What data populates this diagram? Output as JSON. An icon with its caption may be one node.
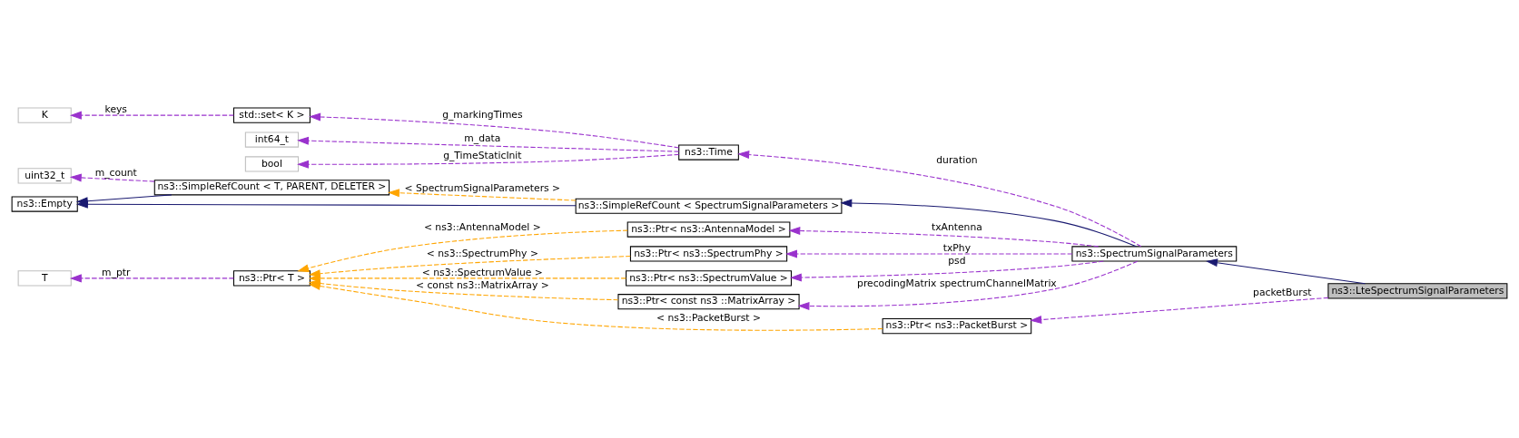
{
  "diagram": {
    "nodes": [
      {
        "text": [
          "K"
        ]
      },
      {
        "text": [
          "std::set< K >"
        ]
      },
      {
        "text": [
          "int64_t"
        ]
      },
      {
        "text": [
          "bool"
        ]
      },
      {
        "text": [
          "ns3::Time"
        ]
      },
      {
        "text": [
          "uint32_t"
        ]
      },
      {
        "text": [
          "ns3::SimpleRefCount < T, PARENT, DELETER >"
        ]
      },
      {
        "text": [
          "ns3::Empty"
        ]
      },
      {
        "text": [
          "ns3::SimpleRefCount < SpectrumSignalParameters >"
        ]
      },
      {
        "text": [
          "ns3::Ptr< ns3::AntennaModel >"
        ]
      },
      {
        "text": [
          "T"
        ]
      },
      {
        "text": [
          "ns3::Ptr< T >"
        ]
      },
      {
        "text": [
          "ns3::Ptr< ns3::SpectrumPhy >"
        ]
      },
      {
        "text": [
          "ns3::Ptr< ns3::SpectrumValue >"
        ]
      },
      {
        "text": [
          "ns3::Ptr< const ns3 ::MatrixArray >"
        ]
      },
      {
        "text": [
          "ns3::Ptr< ns3::PacketBurst >"
        ]
      },
      {
        "text": [
          "ns3::SpectrumSignalParameters"
        ]
      },
      {
        "text": [
          "ns3::LteSpectrumSignalParameters"
        ]
      }
    ],
    "edges": [
      {
        "from": 1,
        "to": 0,
        "arrow": "to",
        "label": "keys",
        "style": "dashed"
      },
      {
        "from": 4,
        "to": 1,
        "arrow": "to",
        "label": "g_markingTimes",
        "style": "dashed"
      },
      {
        "from": 4,
        "to": 2,
        "arrow": "to",
        "label": "m_data",
        "style": "dashed"
      },
      {
        "from": 4,
        "to": 3,
        "arrow": "to",
        "label": "g_TimeStaticInit",
        "style": "dashed"
      },
      {
        "from": 6,
        "to": 5,
        "arrow": "to",
        "label": "m_count",
        "style": "dashed"
      },
      {
        "from": 6,
        "to": 7,
        "arrow": "to",
        "color": "#191970"
      },
      {
        "from": 8,
        "to": 6,
        "arrow": "to",
        "label": "< SpectrumSignalParameters >",
        "style": "dashed",
        "color": "#ffa500"
      },
      {
        "from": 8,
        "to": 7,
        "arrow": "to",
        "color": "#191970"
      },
      {
        "from": 16,
        "to": 4,
        "arrow": "to",
        "label": "duration",
        "style": "dashed"
      },
      {
        "from": 16,
        "to": 8,
        "arrow": "to",
        "color": "#191970"
      },
      {
        "from": 16,
        "to": 9,
        "arrow": "to",
        "label": "txAntenna",
        "style": "dashed"
      },
      {
        "from": 16,
        "to": 12,
        "arrow": "to",
        "label": "txPhy",
        "style": "dashed"
      },
      {
        "from": 16,
        "to": 13,
        "arrow": "to",
        "label": "psd",
        "style": "dashed"
      },
      {
        "from": 16,
        "to": 14,
        "arrow": "to",
        "label": "precodingMatrix spectrumChannelMatrix",
        "style": "dashed"
      },
      {
        "from": 9,
        "to": 11,
        "arrow": "to",
        "label": "< ns3::AntennaModel >",
        "style": "dashed",
        "color": "#ffa500"
      },
      {
        "from": 12,
        "to": 11,
        "arrow": "to",
        "label": "< ns3::SpectrumPhy >",
        "style": "dashed",
        "color": "#ffa500"
      },
      {
        "from": 13,
        "to": 11,
        "arrow": "to",
        "label": "< ns3::SpectrumValue >",
        "style": "dashed",
        "color": "#ffa500"
      },
      {
        "from": 14,
        "to": 11,
        "arrow": "to",
        "label": "< const ns3::MatrixArray >",
        "style": "dashed",
        "color": "#ffa500"
      },
      {
        "from": 15,
        "to": 11,
        "arrow": "to",
        "label": "< ns3::PacketBurst >",
        "style": "dashed",
        "color": "#ffa500"
      },
      {
        "from": 11,
        "to": 10,
        "arrow": "to",
        "label": "m_ptr",
        "style": "dashed"
      },
      {
        "from": 17,
        "to": 16,
        "arrow": "to",
        "color": "#191970"
      },
      {
        "from": 17,
        "to": 15,
        "arrow": "to",
        "label": "packetBurst",
        "style": "dashed"
      }
    ]
  }
}
